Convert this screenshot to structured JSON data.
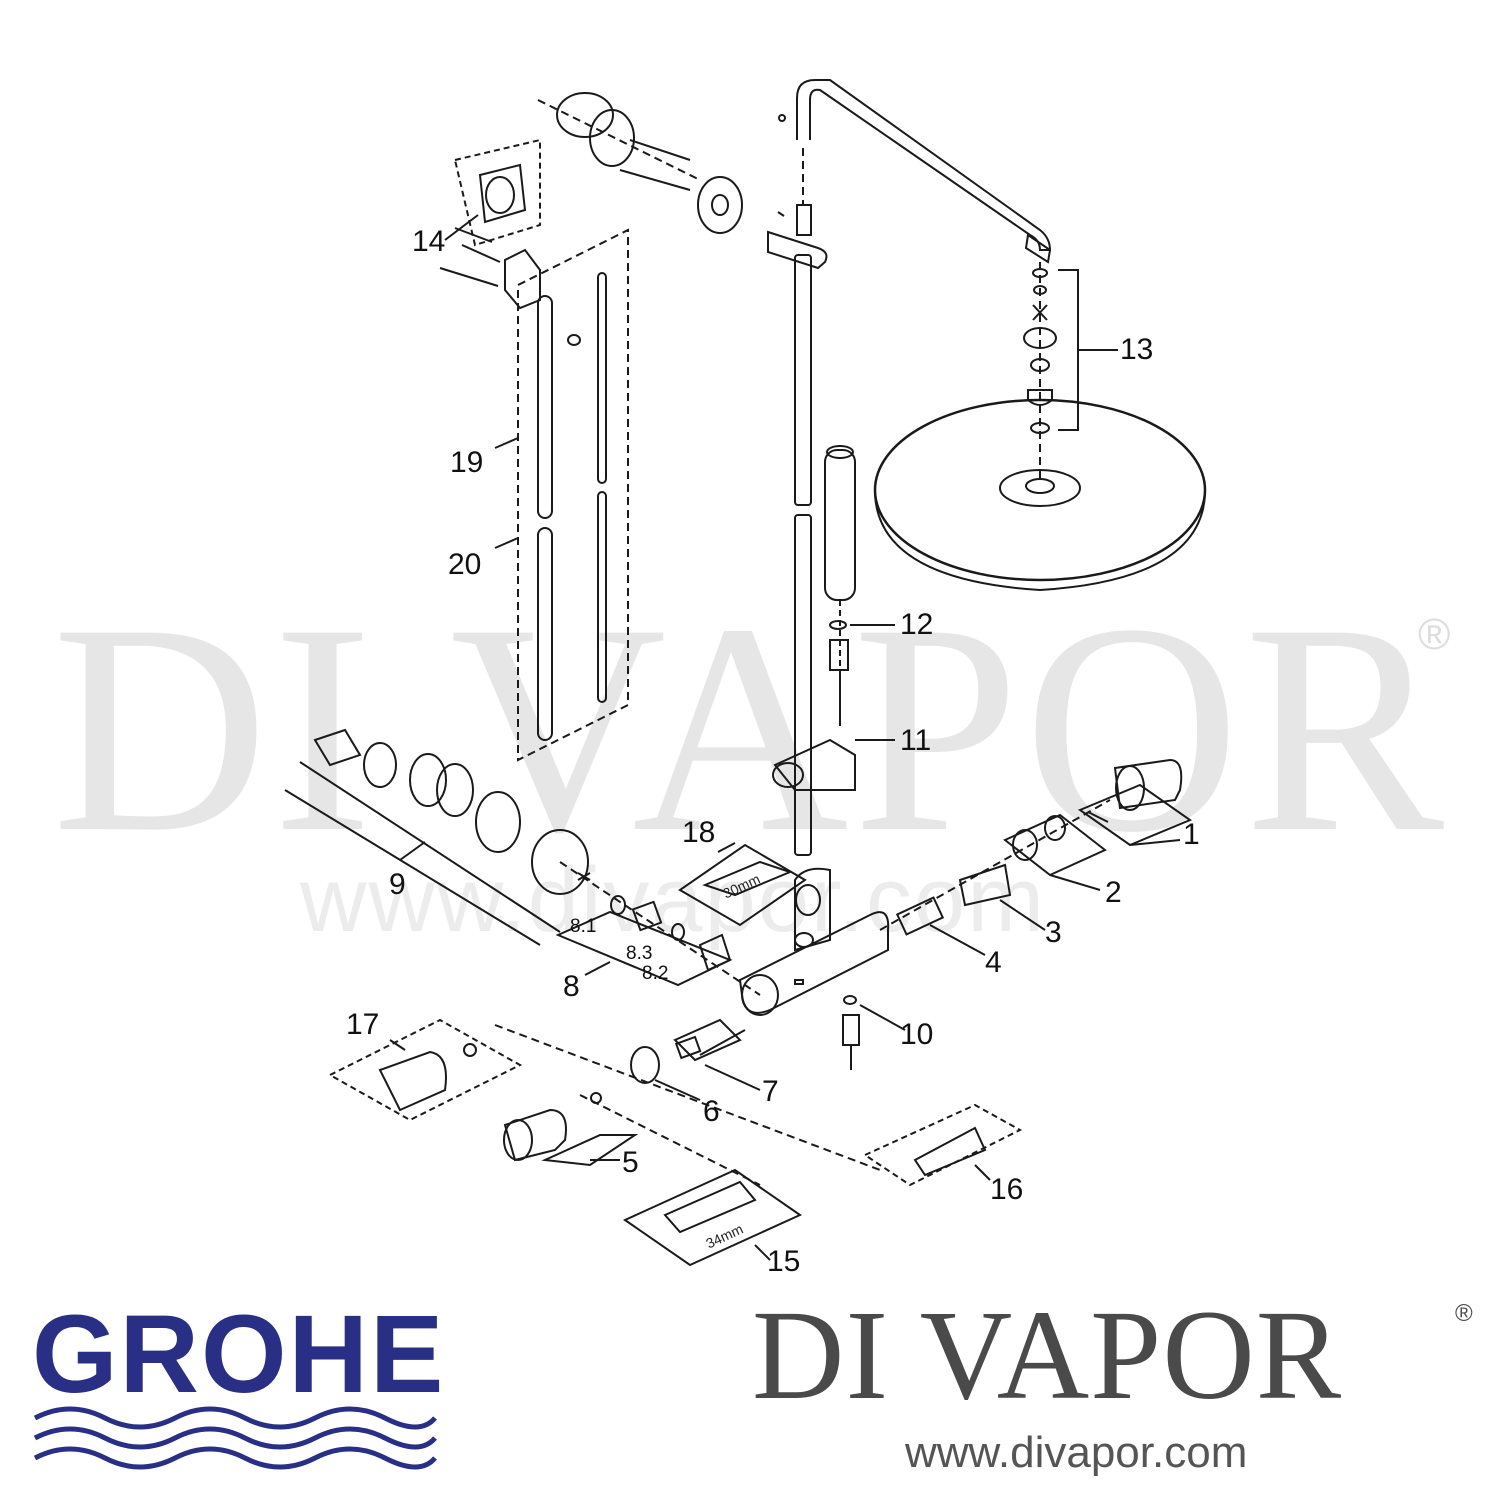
{
  "watermark": {
    "text": "DI VAPOR",
    "registered": "®",
    "url": "www.divapor.com"
  },
  "callouts": [
    {
      "id": "1",
      "label": "1"
    },
    {
      "id": "2",
      "label": "2"
    },
    {
      "id": "3",
      "label": "3"
    },
    {
      "id": "4",
      "label": "4"
    },
    {
      "id": "5",
      "label": "5"
    },
    {
      "id": "6",
      "label": "6"
    },
    {
      "id": "7",
      "label": "7"
    },
    {
      "id": "8",
      "label": "8"
    },
    {
      "id": "8_1",
      "label": "8.1"
    },
    {
      "id": "8_2",
      "label": "8.2"
    },
    {
      "id": "8_3",
      "label": "8.3"
    },
    {
      "id": "9",
      "label": "9"
    },
    {
      "id": "10",
      "label": "10"
    },
    {
      "id": "11",
      "label": "11"
    },
    {
      "id": "12",
      "label": "12"
    },
    {
      "id": "13",
      "label": "13"
    },
    {
      "id": "14",
      "label": "14"
    },
    {
      "id": "15",
      "label": "15"
    },
    {
      "id": "16",
      "label": "16"
    },
    {
      "id": "17",
      "label": "17"
    },
    {
      "id": "18",
      "label": "18"
    },
    {
      "id": "19",
      "label": "19"
    },
    {
      "id": "20",
      "label": "20"
    }
  ],
  "tools": {
    "wrench_18": "30mm",
    "socket_15": "34mm"
  },
  "logos": {
    "grohe": "GROHE",
    "grohe_color": "#2a2f86"
  },
  "brand": {
    "name": "DI VAPOR",
    "registered": "®",
    "url": "www.divapor.com"
  }
}
